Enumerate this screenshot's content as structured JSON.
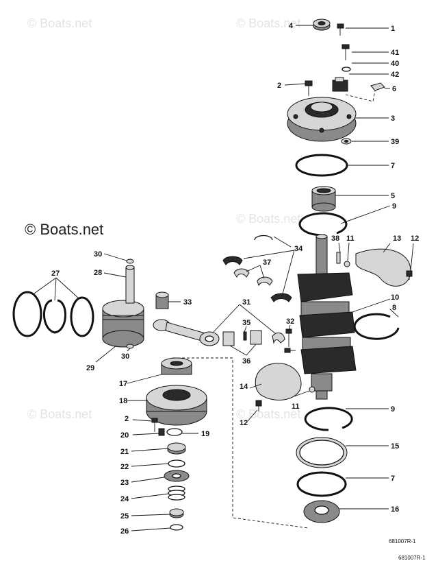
{
  "watermark": {
    "main": "© Boats.net",
    "faint": "© Boats.net"
  },
  "figure_code": "681007R-1",
  "footer_code": "681007R-1",
  "callouts": {
    "c1": "1",
    "c2a": "2",
    "c2b": "2",
    "c3": "3",
    "c4": "4",
    "c5": "5",
    "c6": "6",
    "c7a": "7",
    "c7b": "7",
    "c8": "8",
    "c9a": "9",
    "c9b": "9",
    "c10": "10",
    "c11a": "11",
    "c11b": "11",
    "c12a": "12",
    "c12b": "12",
    "c13": "13",
    "c14": "14",
    "c15": "15",
    "c16": "16",
    "c17": "17",
    "c18": "18",
    "c19": "19",
    "c20": "20",
    "c21": "21",
    "c22": "22",
    "c23": "23",
    "c24": "24",
    "c25": "25",
    "c26": "26",
    "c27": "27",
    "c28": "28",
    "c29": "29",
    "c30a": "30",
    "c30b": "30",
    "c31": "31",
    "c32": "32",
    "c33": "33",
    "c34": "34",
    "c35": "35",
    "c36": "36",
    "c37": "37",
    "c38": "38",
    "c39": "39",
    "c40": "40",
    "c41": "41",
    "c42": "42"
  }
}
